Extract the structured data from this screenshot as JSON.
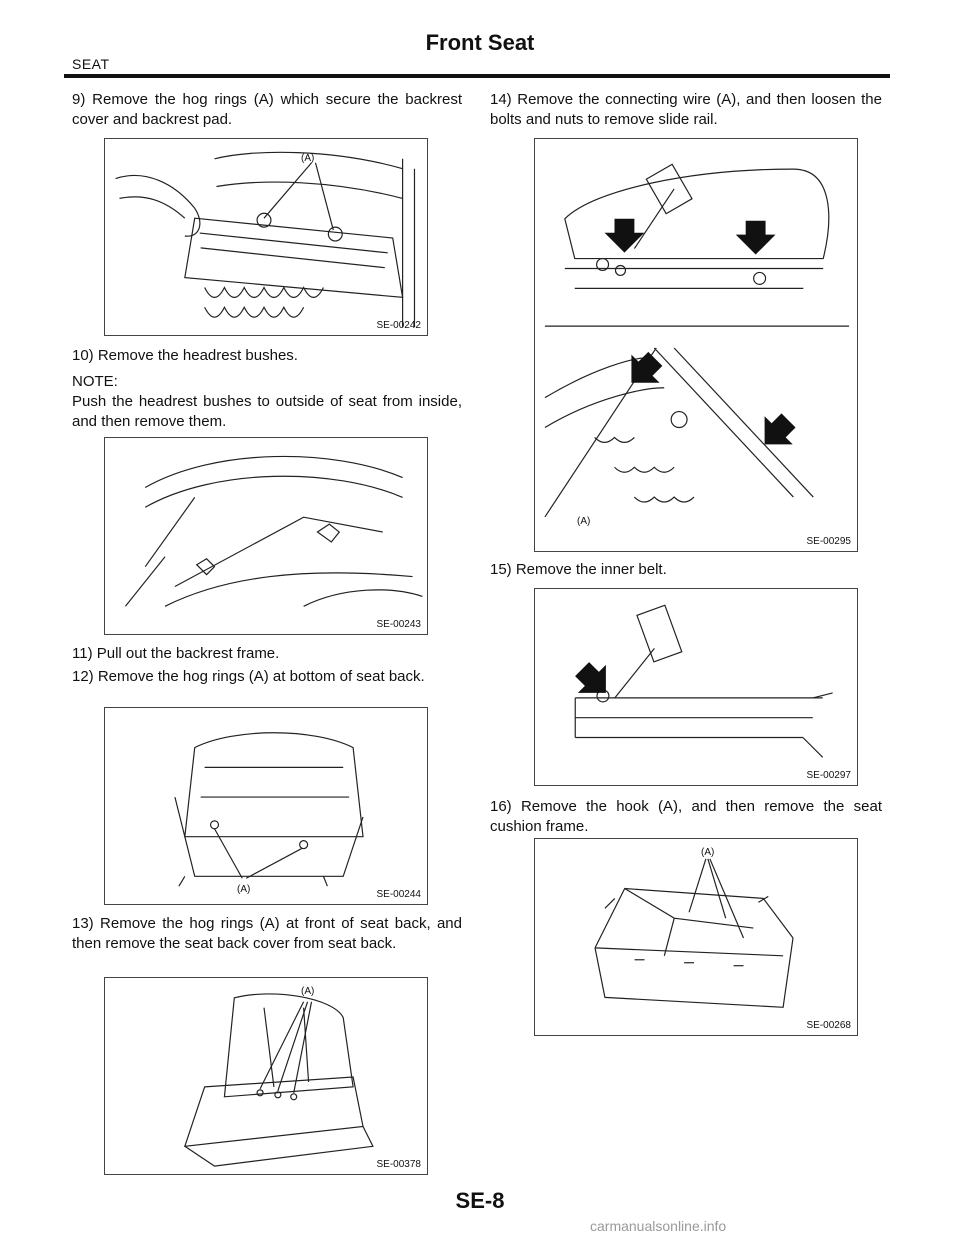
{
  "header": {
    "title": "Front Seat",
    "section": "SEAT"
  },
  "steps": {
    "s9": "9) Remove the hog rings (A) which secure the backrest cover and backrest pad.",
    "s10": "10) Remove the headrest bushes.",
    "note_label": "NOTE:",
    "note_text": "Push the headrest bushes to outside of seat from inside, and then remove them.",
    "s11": "11) Pull out the backrest frame.",
    "s12": "12) Remove the hog rings (A) at bottom of seat back.",
    "s13": "13) Remove the hog rings (A) at front of seat back, and then remove the seat back cover from seat back.",
    "s14": "14) Remove the connecting wire (A), and then loosen the bolts and nuts to remove slide rail.",
    "s15": "15) Remove the inner belt.",
    "s16": "16) Remove the hook (A), and then remove the seat cushion frame."
  },
  "figures": {
    "f242": {
      "code": "SE-00242",
      "label": "(A)"
    },
    "f243": {
      "code": "SE-00243"
    },
    "f244": {
      "code": "SE-00244",
      "label": "(A)"
    },
    "f378": {
      "code": "SE-00378",
      "label": "(A)"
    },
    "f295": {
      "code": "SE-00295",
      "label": "(A)"
    },
    "f297": {
      "code": "SE-00297"
    },
    "f268": {
      "code": "SE-00268",
      "label": "(A)"
    }
  },
  "footer": {
    "page": "SE-8",
    "watermark": "carmanualsonline.info"
  }
}
